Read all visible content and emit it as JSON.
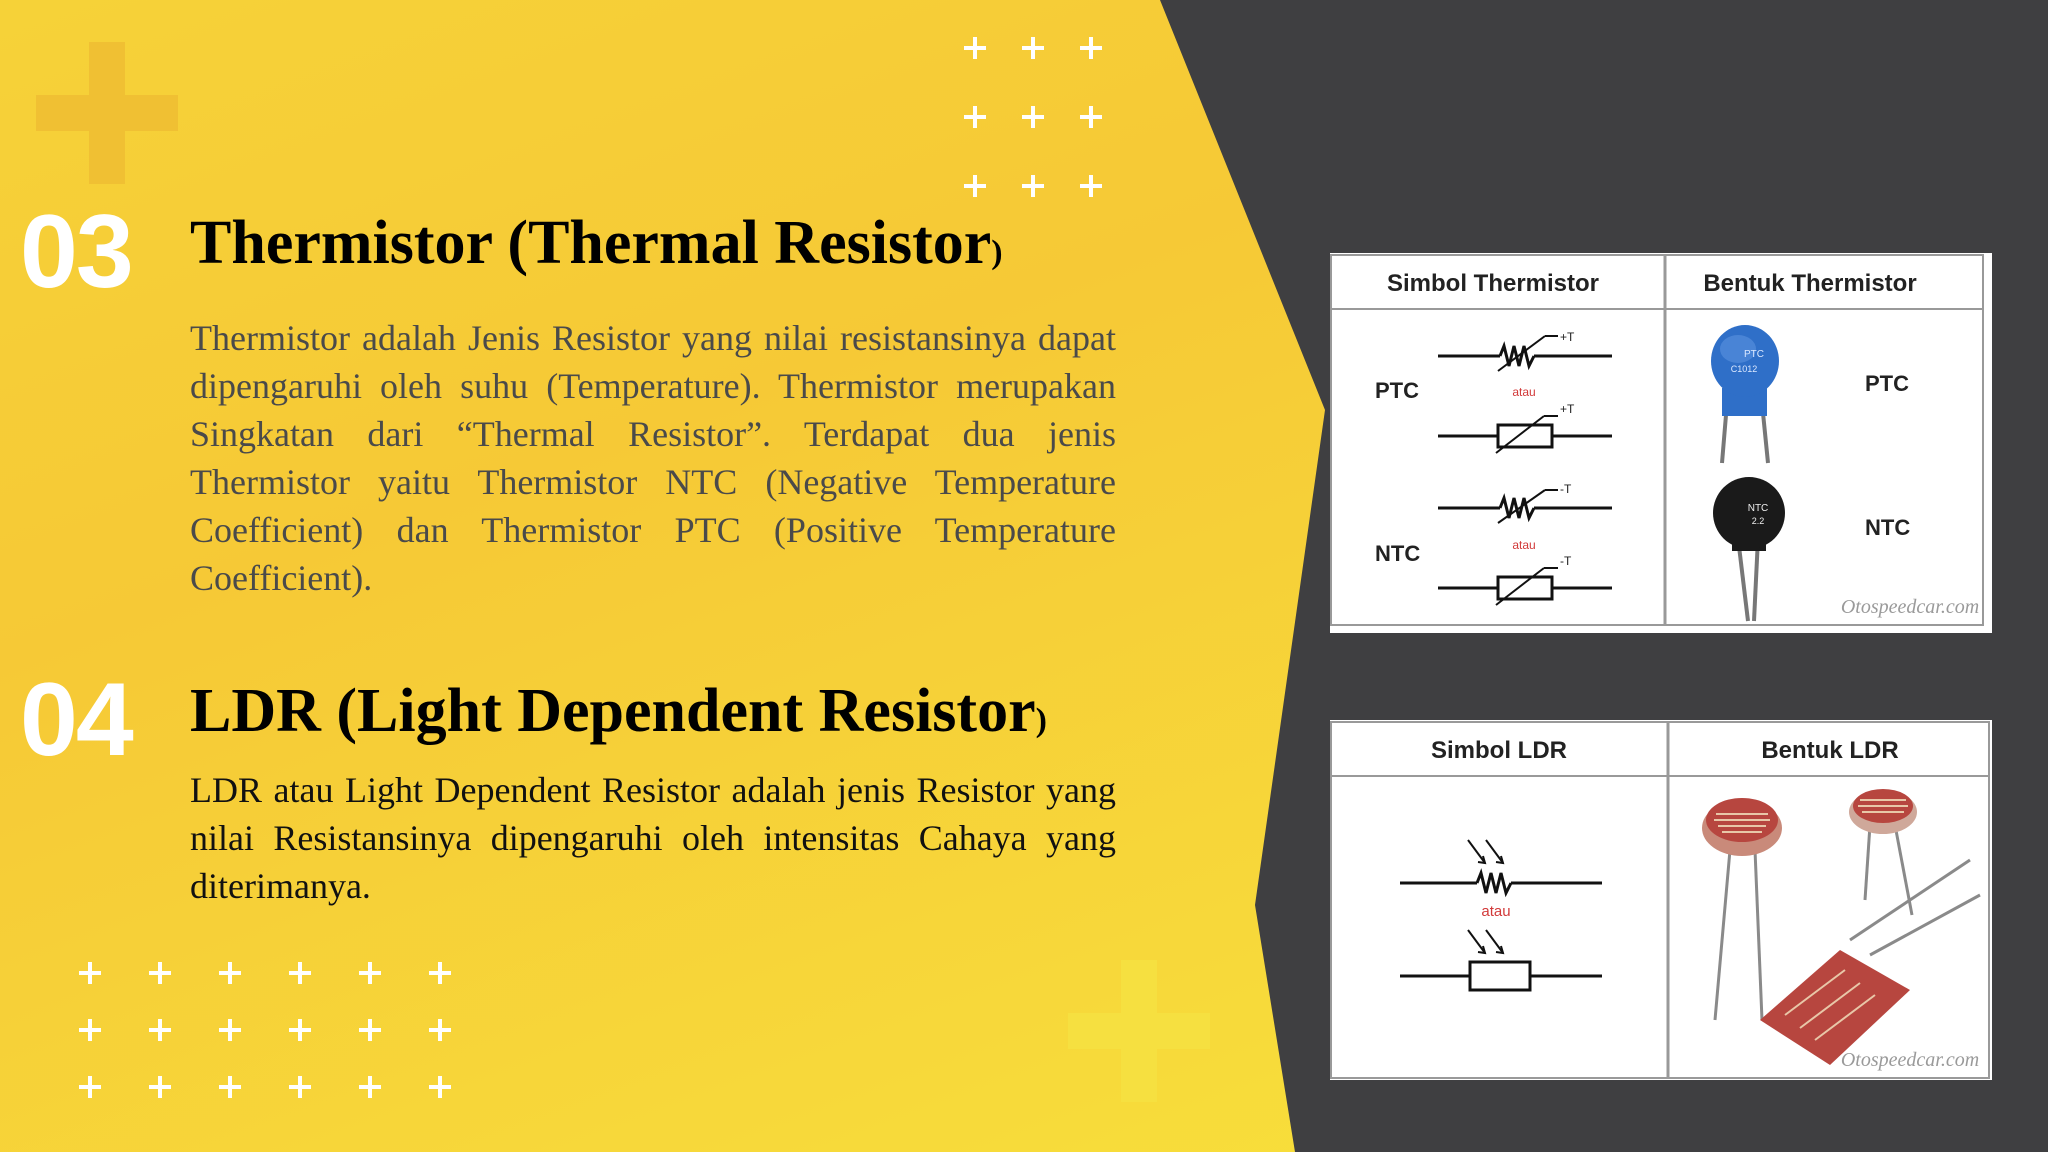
{
  "sections": [
    {
      "number": "03",
      "title": "Thermistor (Thermal Resistor",
      "title_close": ")",
      "body": "Thermistor adalah Jenis Resistor yang nilai resistansinya dapat dipengaruhi oleh suhu (Temperature). Thermistor merupakan Singkatan dari “Thermal Resistor”. Terdapat dua jenis Thermistor yaitu Thermistor NTC (Negative Temperature Coefficient) dan Thermistor PTC (Positive Temperature Coefficient)."
    },
    {
      "number": "04",
      "title": "LDR (Light Dependent Resistor",
      "title_close": ")",
      "body": "LDR atau Light Dependent Resistor adalah jenis Resistor yang nilai Resistansinya dipengaruhi oleh intensitas Cahaya yang diterimanya."
    }
  ],
  "thermistor_card": {
    "header_left": "Simbol Thermistor",
    "header_right": "Bentuk Thermistor",
    "ptc_label": "PTC",
    "ntc_label": "NTC",
    "atau": "atau",
    "plus_t": "+T",
    "minus_t": "-T",
    "ptc_right_label": "PTC",
    "ntc_right_label": "NTC",
    "ptc_part_text": "PTC",
    "ptc_part_code": "C1012",
    "ntc_part_text": "NTC",
    "ntc_part_code": "2.2",
    "watermark": "Otospeedcar.com"
  },
  "ldr_card": {
    "header_left": "Simbol LDR",
    "header_right": "Bentuk LDR",
    "atau": "atau",
    "watermark": "Otospeedcar.com"
  },
  "colors": {
    "yellow": "#f6d238",
    "dark": "#3f3f41",
    "ptc_blue": "#2f6fc8",
    "ntc_black": "#1a1a1a"
  },
  "icons": [
    "plus-icon"
  ]
}
